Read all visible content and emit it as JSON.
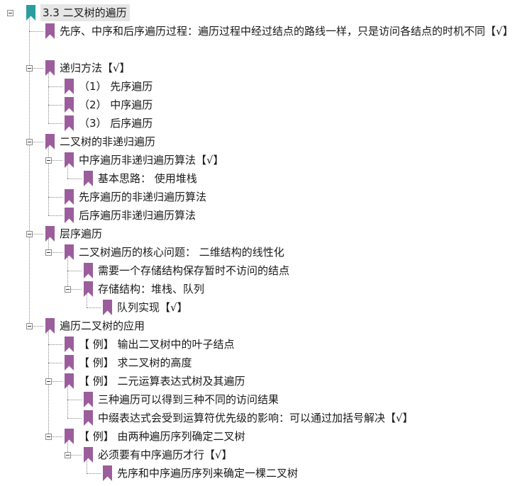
{
  "colors": {
    "root_bookmark": "#2a9d9e",
    "bookmark": "#9b5d9c"
  },
  "icons": {
    "toggle": "minus-box-icon",
    "node": "bookmark-icon"
  },
  "nodes": [
    {
      "text": "3.3 二叉树的遍历",
      "level": 0,
      "toggle": true,
      "root": true
    },
    {
      "text": "先序、中序和后序遍历过程：遍历过程中经过结点的路线一样，只是访问各结点的时机不同【√】",
      "level": 1,
      "wrap": true
    },
    {
      "text": "递归方法【√】",
      "level": 1,
      "toggle": true
    },
    {
      "text": "（1） 先序遍历",
      "level": 2
    },
    {
      "text": "（2） 中序遍历",
      "level": 2
    },
    {
      "text": "（3） 后序遍历",
      "level": 2
    },
    {
      "text": "二叉树的非递归遍历",
      "level": 1,
      "toggle": true
    },
    {
      "text": "中序遍历非递归遍历算法【√】",
      "level": 2,
      "toggle": true
    },
    {
      "text": "基本思路： 使用堆栈",
      "level": 3
    },
    {
      "text": "先序遍历的非递归遍历算法",
      "level": 2
    },
    {
      "text": "后序遍历非递归遍历算法",
      "level": 2
    },
    {
      "text": "层序遍历",
      "level": 1,
      "toggle": true
    },
    {
      "text": "二叉树遍历的核心问题： 二维结构的线性化",
      "level": 2,
      "toggle": true
    },
    {
      "text": "需要一个存储结构保存暂时不访问的结点",
      "level": 3
    },
    {
      "text": "存储结构：堆栈、队列",
      "level": 3,
      "toggle": true
    },
    {
      "text": "队列实现【√】",
      "level": 4
    },
    {
      "text": "遍历二叉树的应用",
      "level": 1,
      "toggle": true
    },
    {
      "text": "【 例】 输出二叉树中的叶子结点",
      "level": 2
    },
    {
      "text": "【 例】 求二叉树的高度",
      "level": 2
    },
    {
      "text": "【 例】 二元运算表达式树及其遍历",
      "level": 2,
      "toggle": true
    },
    {
      "text": "三种遍历可以得到三种不同的访问结果",
      "level": 3
    },
    {
      "text": "中缀表达式会受到运算符优先级的影响：可以通过加括号解决【√】",
      "level": 3
    },
    {
      "text": "【 例】 由两种遍历序列确定二叉树",
      "level": 2,
      "toggle": true
    },
    {
      "text": "必须要有中序遍历才行【√】",
      "level": 3,
      "toggle": true
    },
    {
      "text": "先序和中序遍历序列来确定一棵二叉树",
      "level": 4
    }
  ]
}
